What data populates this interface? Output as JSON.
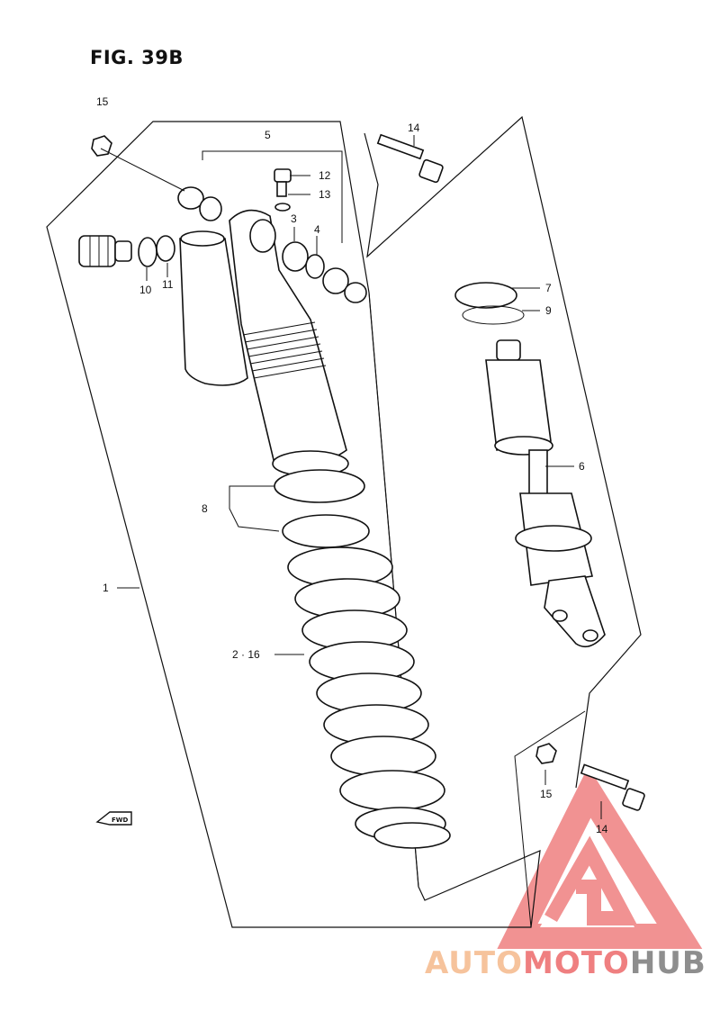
{
  "figure": {
    "title": "FIG. 39B"
  },
  "callouts": [
    {
      "id": "15a",
      "text": "15"
    },
    {
      "id": "5",
      "text": "5"
    },
    {
      "id": "14a",
      "text": "14"
    },
    {
      "id": "12",
      "text": "12"
    },
    {
      "id": "13",
      "text": "13"
    },
    {
      "id": "3",
      "text": "3"
    },
    {
      "id": "4",
      "text": "4"
    },
    {
      "id": "10",
      "text": "10"
    },
    {
      "id": "11",
      "text": "11"
    },
    {
      "id": "7",
      "text": "7"
    },
    {
      "id": "9",
      "text": "9"
    },
    {
      "id": "6",
      "text": "6"
    },
    {
      "id": "8",
      "text": "8"
    },
    {
      "id": "1",
      "text": "1"
    },
    {
      "id": "2_16",
      "text": "2 · 16"
    },
    {
      "id": "15b",
      "text": "15"
    },
    {
      "id": "14b",
      "text": "14"
    }
  ],
  "direction_marker": {
    "text": "FWD"
  },
  "watermark": {
    "part1": "AUTO",
    "part2": "MOTO",
    "part3": "HUB"
  },
  "colors": {
    "line": "#111111",
    "logo_red": "#ef7f80",
    "logo_peach": "#f6c39c",
    "logo_grey": "#8e8e8e"
  }
}
